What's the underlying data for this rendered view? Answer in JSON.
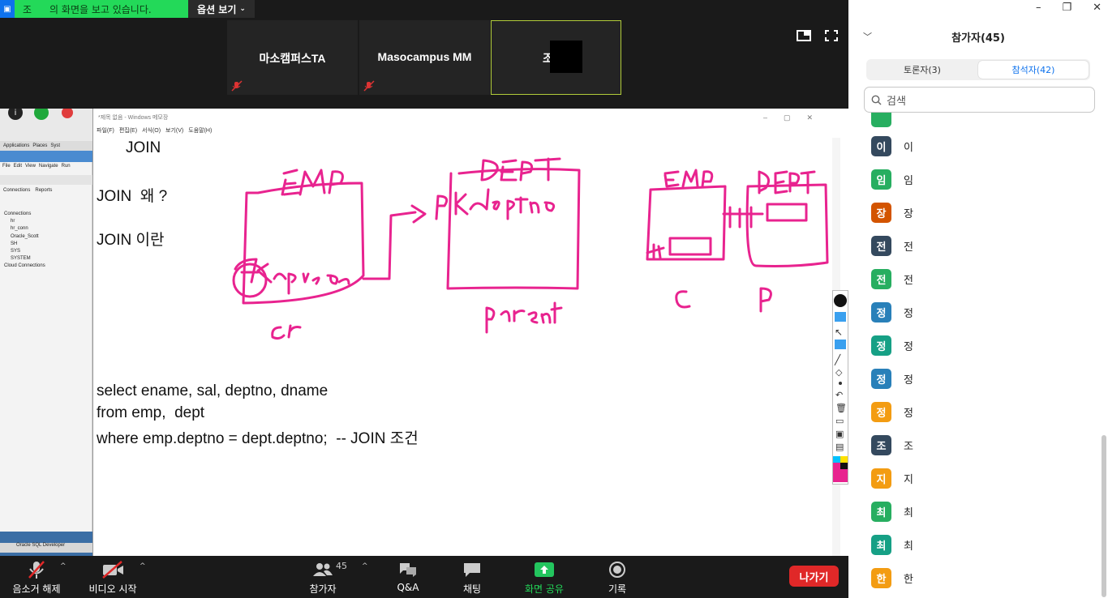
{
  "banner": {
    "viewing_name": "조",
    "viewing_text": "의 화면을 보고 있습니다.",
    "options_label": "옵션 보기"
  },
  "tiles": [
    {
      "name": "마소캠퍼스TA",
      "muted": true
    },
    {
      "name": "Masocampus MM",
      "muted": true
    },
    {
      "name": "조",
      "muted": false
    }
  ],
  "sqldev": {
    "menu": [
      "Applications",
      "Places",
      "Syst"
    ],
    "menu2": [
      "File",
      "Edit",
      "View",
      "Navigate",
      "Run"
    ],
    "tabs": [
      "Connections",
      "Reports"
    ],
    "tree": [
      "Connections",
      "hr",
      "hr_conn",
      "Oracle_Scott",
      "SH",
      "SYS",
      "SYSTEM",
      "Cloud Connections"
    ],
    "taskbar": "Oracle SQL Developer"
  },
  "notepad": {
    "title": "*제목 없음 - Windows 메모장",
    "menu": [
      "파일(F)",
      "편집(E)",
      "서식(O)",
      "보기(V)",
      "도움말(H)"
    ],
    "lines": [
      "JOIN",
      "JOIN  왜 ?",
      "JOIN 이란",
      "select ename, sal, deptno, dname",
      "from emp,  dept",
      "where emp.deptno = dept.deptno;  -- JOIN 조건"
    ],
    "ink_color": "#e8238f"
  },
  "toolbar": {
    "unmute": "음소거 해제",
    "video": "비디오 시작",
    "participants": "참가자",
    "participants_count": "45",
    "qa": "Q&A",
    "chat": "채팅",
    "share": "화면 공유",
    "record": "기록",
    "leave": "나가기"
  },
  "panel": {
    "title": "참가자(45)",
    "tab_panelists": "토론자(3)",
    "tab_attendees": "참석자(42)",
    "search_placeholder": "검색",
    "participants": [
      {
        "initial": "이",
        "name": "이",
        "color": "#34495e"
      },
      {
        "initial": "임",
        "name": "임",
        "color": "#27ae60"
      },
      {
        "initial": "장",
        "name": "장",
        "color": "#d35400"
      },
      {
        "initial": "전",
        "name": "전",
        "color": "#34495e"
      },
      {
        "initial": "전",
        "name": "전",
        "color": "#27ae60"
      },
      {
        "initial": "정",
        "name": "정",
        "color": "#2980b9"
      },
      {
        "initial": "정",
        "name": "정",
        "color": "#16a085"
      },
      {
        "initial": "정",
        "name": "정",
        "color": "#2980b9"
      },
      {
        "initial": "정",
        "name": "정",
        "color": "#f39c12"
      },
      {
        "initial": "조",
        "name": "조",
        "color": "#34495e"
      },
      {
        "initial": "지",
        "name": "지",
        "color": "#f39c12"
      },
      {
        "initial": "최",
        "name": "최",
        "color": "#27ae60"
      },
      {
        "initial": "최",
        "name": "최",
        "color": "#16a085"
      },
      {
        "initial": "한",
        "name": "한",
        "color": "#f39c12"
      }
    ]
  }
}
